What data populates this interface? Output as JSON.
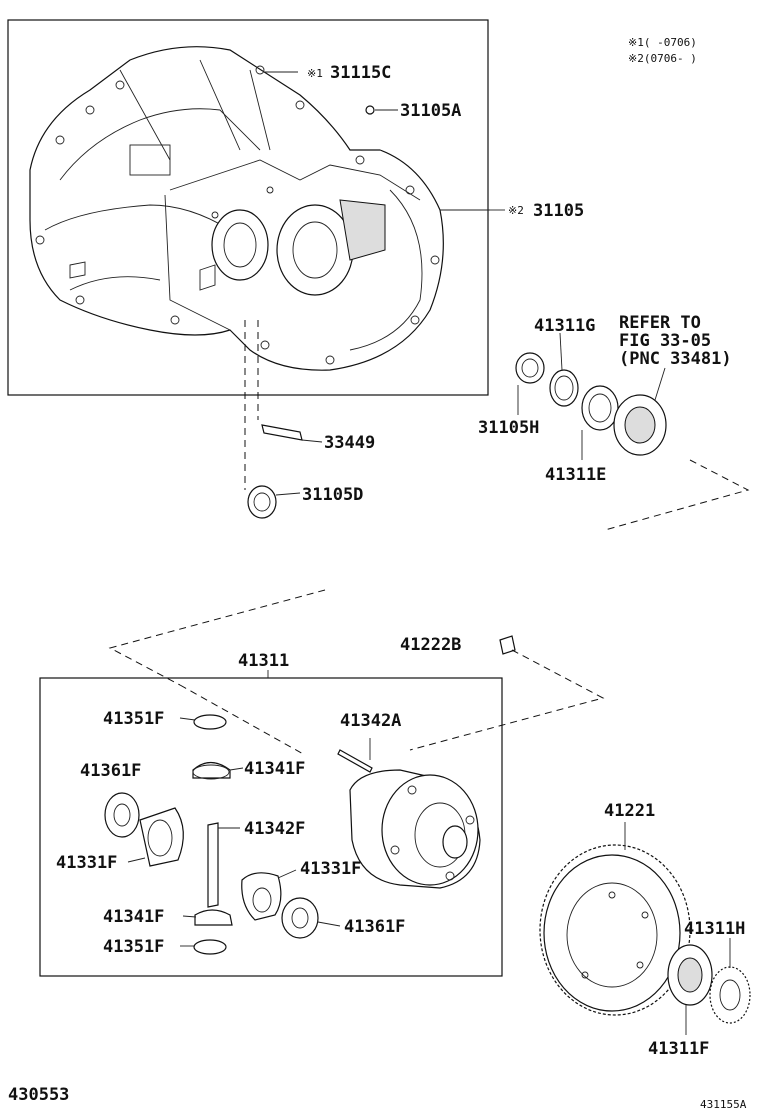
{
  "diagram_id": "430553",
  "figure_code": "431155A",
  "notes": {
    "note1": "※1(    -0706)",
    "note2": "※2(0706-    )"
  },
  "labels": {
    "p31115c": "31115C",
    "p31115c_mark": "※1",
    "p31105a": "31105A",
    "p31105": "31105",
    "p31105_mark": "※2",
    "p33449": "33449",
    "p31105d": "31105D",
    "p41311g": "41311G",
    "p31105h": "31105H",
    "p41311e": "41311E",
    "refer1": "REFER TO",
    "refer2": "FIG 33-05",
    "refer3": "(PNC 33481)",
    "p41311": "41311",
    "p41222b": "41222B",
    "p41351f_top": "41351F",
    "p41342a": "41342A",
    "p41341f_top": "41341F",
    "p41361f_left": "41361F",
    "p41342f": "41342F",
    "p41331f_left": "41331F",
    "p41331f_right": "41331F",
    "p41341f_bottom": "41341F",
    "p41361f_right": "41361F",
    "p41351f_bottom": "41351F",
    "p41221": "41221",
    "p41311h": "41311H",
    "p41311f": "41311F"
  }
}
